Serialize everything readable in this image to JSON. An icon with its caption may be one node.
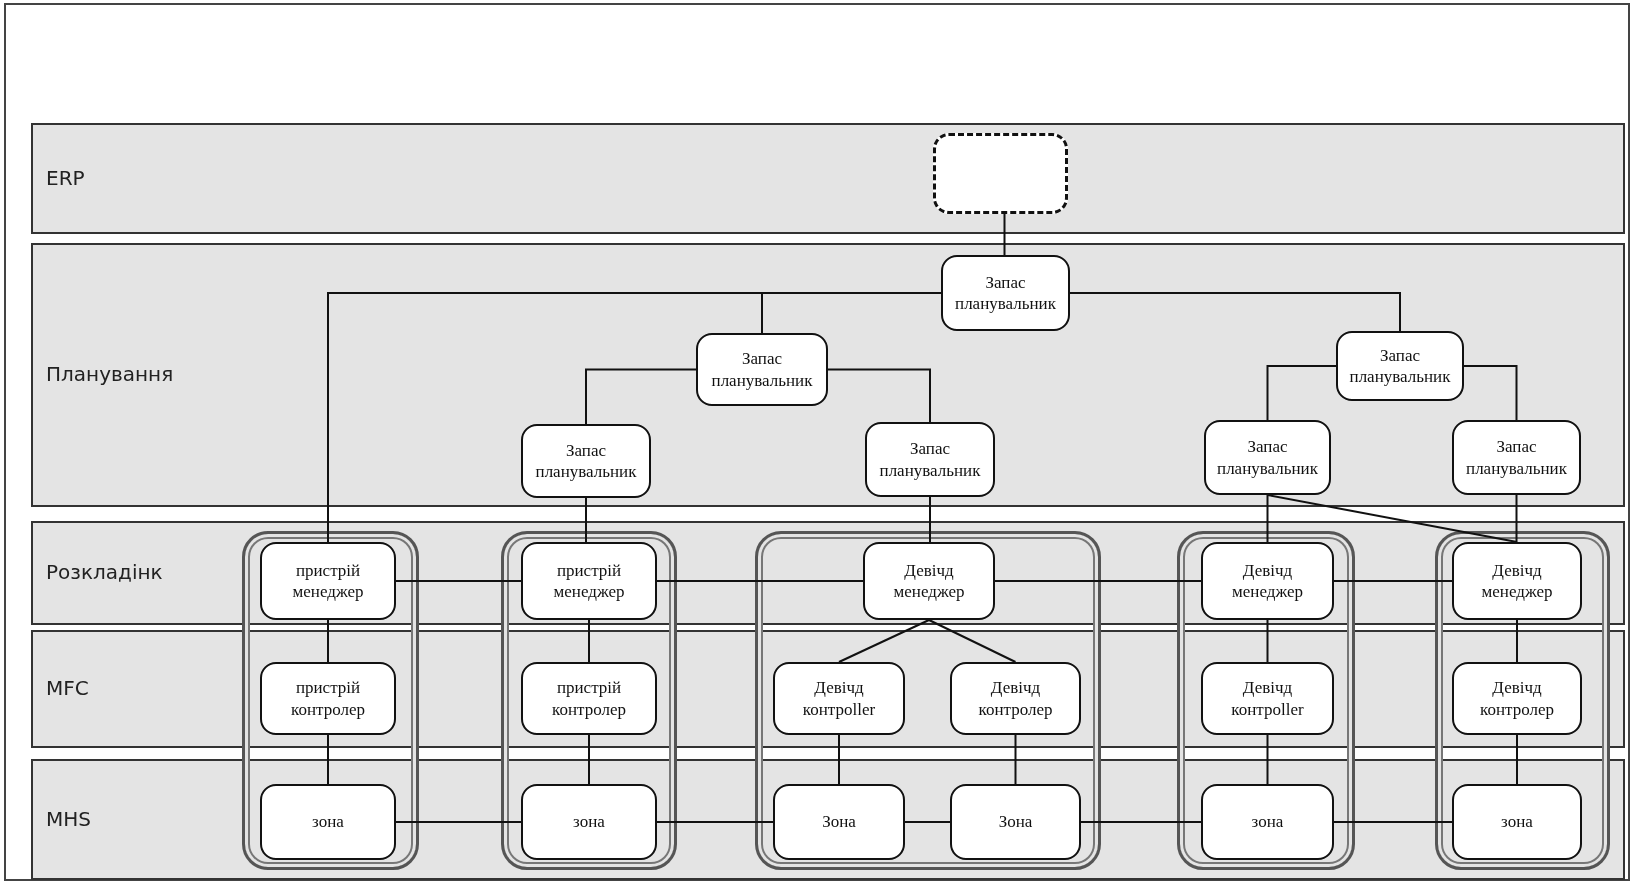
{
  "diagram": {
    "nodes": [
      {
        "text": [],
        "shape": "box"
      },
      {
        "text": [
          "Запас планувальник"
        ]
      },
      {
        "text": [
          "Запас планувальник"
        ]
      },
      {
        "text": [
          "Запас планувальник"
        ]
      },
      {
        "text": [
          "Запас планувальник"
        ]
      },
      {
        "text": [
          "Запас планувальник"
        ]
      },
      {
        "text": [
          "Запас планувальник"
        ]
      },
      {
        "text": [
          "Запас планувальник"
        ]
      },
      {
        "text": [],
        "shape": "box"
      },
      {
        "text": [],
        "shape": "box"
      },
      {
        "text": [],
        "shape": "box"
      },
      {
        "text": [],
        "shape": "box"
      },
      {
        "text": [],
        "shape": "box"
      },
      {
        "text": [
          "пристрій менеджер"
        ],
        "in": 8
      },
      {
        "text": [
          "пристрій контролер"
        ],
        "in": 8
      },
      {
        "text": [
          "зона"
        ],
        "in": 8
      },
      {
        "text": [
          "пристрій менеджер"
        ],
        "in": 9
      },
      {
        "text": [
          "пристрій контролер"
        ],
        "in": 9
      },
      {
        "text": [
          "зона"
        ],
        "in": 9
      },
      {
        "text": [
          "Девічд менеджер"
        ],
        "in": 10
      },
      {
        "text": [
          "Девічд контрoller"
        ],
        "in": 10
      },
      {
        "text": [
          "Девічд контролер"
        ],
        "in": 10
      },
      {
        "text": [
          "Зона"
        ],
        "in": 10
      },
      {
        "text": [
          "Зона"
        ],
        "in": 10
      },
      {
        "text": [
          "Девічд менеджер"
        ],
        "in": 11
      },
      {
        "text": [
          "Девічд контрoller"
        ],
        "in": 11
      },
      {
        "text": [
          "зона"
        ],
        "in": 11
      },
      {
        "text": [
          "Девічд менеджер"
        ],
        "in": 12
      },
      {
        "text": [
          "Девічд контролер"
        ],
        "in": 12
      },
      {
        "text": [
          "зона"
        ],
        "in": 12
      }
    ],
    "edges": [
      {
        "from": 0,
        "to": 1,
        "arrow": "none"
      },
      {
        "from": 1,
        "to": 13,
        "arrow": "none"
      },
      {
        "from": 1,
        "to": 2,
        "arrow": "none"
      },
      {
        "from": 1,
        "to": 3,
        "arrow": "none"
      },
      {
        "from": 2,
        "to": 4,
        "arrow": "none"
      },
      {
        "from": 2,
        "to": 5,
        "arrow": "none"
      },
      {
        "from": 3,
        "to": 6,
        "arrow": "none"
      },
      {
        "from": 3,
        "to": 7,
        "arrow": "none"
      },
      {
        "from": 4,
        "to": 16,
        "arrow": "none"
      },
      {
        "from": 5,
        "to": 19,
        "arrow": "none"
      },
      {
        "from": 6,
        "to": 24,
        "arrow": "none"
      },
      {
        "from": 6,
        "to": 27,
        "arrow": "none"
      },
      {
        "from": 7,
        "to": 27,
        "arrow": "none"
      },
      {
        "from": 13,
        "to": 16,
        "arrow": "none"
      },
      {
        "from": 16,
        "to": 19,
        "arrow": "none"
      },
      {
        "from": 19,
        "to": 24,
        "arrow": "none"
      },
      {
        "from": 24,
        "to": 27,
        "arrow": "none"
      },
      {
        "from": 13,
        "to": 14,
        "arrow": "none"
      },
      {
        "from": 14,
        "to": 15,
        "arrow": "none"
      },
      {
        "from": 16,
        "to": 17,
        "arrow": "none"
      },
      {
        "from": 17,
        "to": 18,
        "arrow": "none"
      },
      {
        "from": 19,
        "to": 20,
        "arrow": "none"
      },
      {
        "from": 19,
        "to": 21,
        "arrow": "none"
      },
      {
        "from": 20,
        "to": 22,
        "arrow": "none"
      },
      {
        "from": 21,
        "to": 23,
        "arrow": "none"
      },
      {
        "from": 24,
        "to": 25,
        "arrow": "none"
      },
      {
        "from": 25,
        "to": 26,
        "arrow": "none"
      },
      {
        "from": 27,
        "to": 28,
        "arrow": "none"
      },
      {
        "from": 28,
        "to": 29,
        "arrow": "none"
      },
      {
        "from": 15,
        "to": 18,
        "arrow": "none"
      },
      {
        "from": 18,
        "to": 22,
        "arrow": "none"
      },
      {
        "from": 22,
        "to": 23,
        "arrow": "none"
      },
      {
        "from": 23,
        "to": 26,
        "arrow": "none"
      },
      {
        "from": 26,
        "to": 29,
        "arrow": "none"
      }
    ],
    "labels": [
      "ERP",
      "Планування",
      "Розкладінк",
      "MFC",
      "MHS"
    ]
  }
}
